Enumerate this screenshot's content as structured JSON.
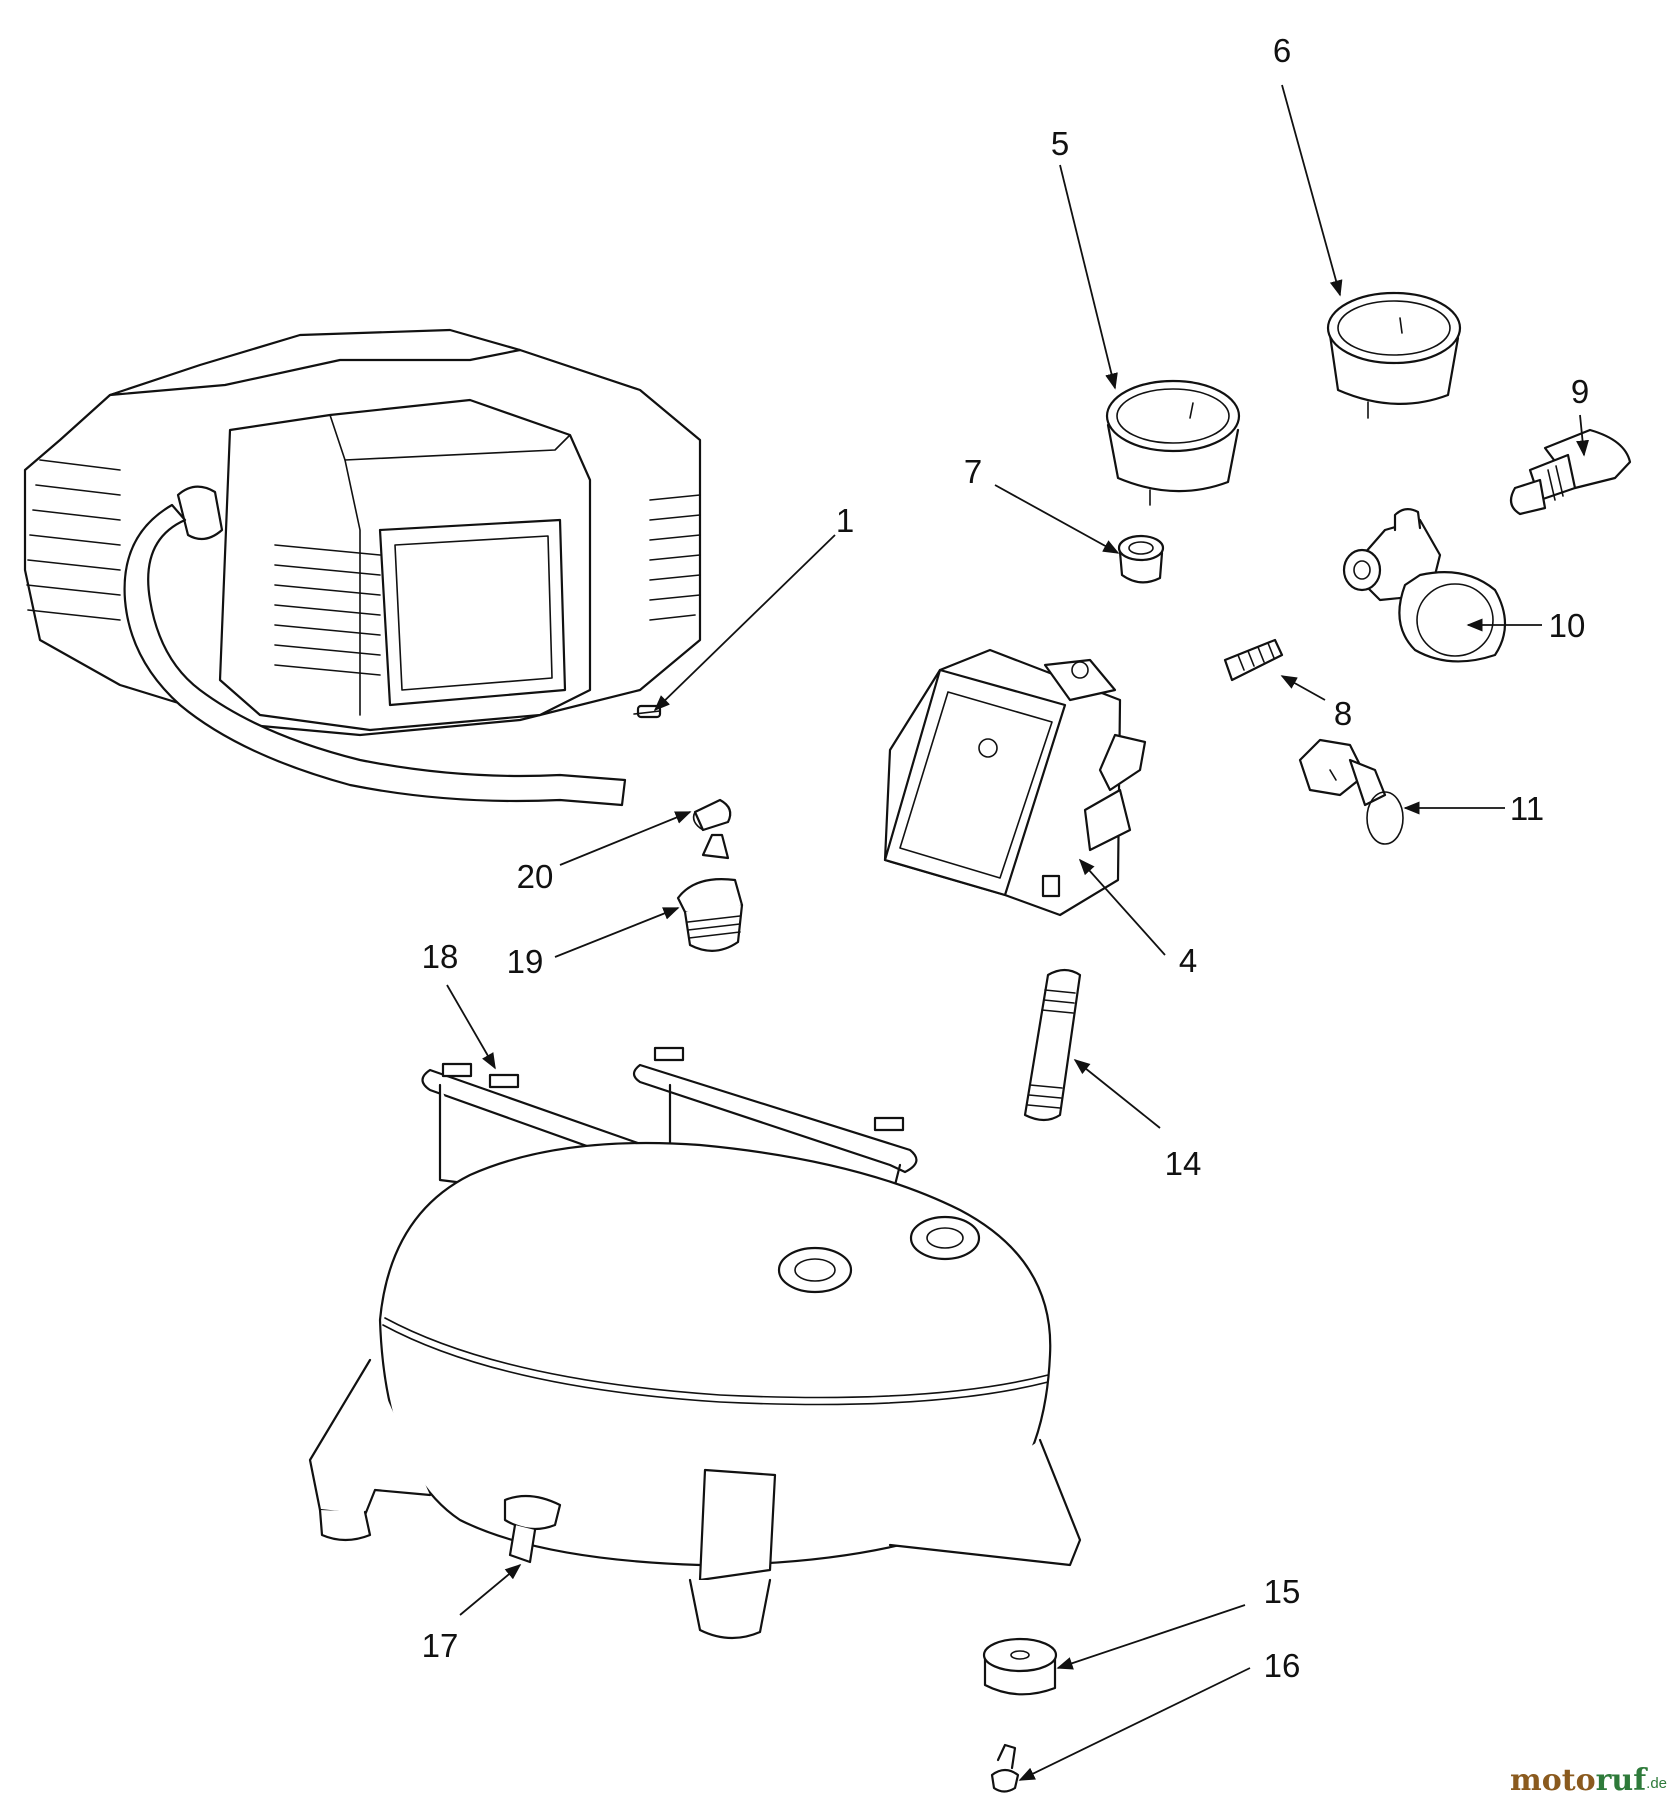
{
  "callouts": [
    {
      "id": "1",
      "label": "1"
    },
    {
      "id": "4",
      "label": "4"
    },
    {
      "id": "5",
      "label": "5"
    },
    {
      "id": "6",
      "label": "6"
    },
    {
      "id": "7",
      "label": "7"
    },
    {
      "id": "8",
      "label": "8"
    },
    {
      "id": "9",
      "label": "9"
    },
    {
      "id": "10",
      "label": "10"
    },
    {
      "id": "11",
      "label": "11"
    },
    {
      "id": "14",
      "label": "14"
    },
    {
      "id": "15",
      "label": "15"
    },
    {
      "id": "16",
      "label": "16"
    },
    {
      "id": "17",
      "label": "17"
    },
    {
      "id": "18",
      "label": "18"
    },
    {
      "id": "19",
      "label": "19"
    },
    {
      "id": "20",
      "label": "20"
    }
  ],
  "watermark": {
    "part1": "moto",
    "part2": "ruf",
    "suffix": ".de"
  },
  "colors": {
    "line": "#111111",
    "background": "#ffffff",
    "watermark_brown": "#8a5a1e",
    "watermark_green": "#2e7a3a"
  }
}
